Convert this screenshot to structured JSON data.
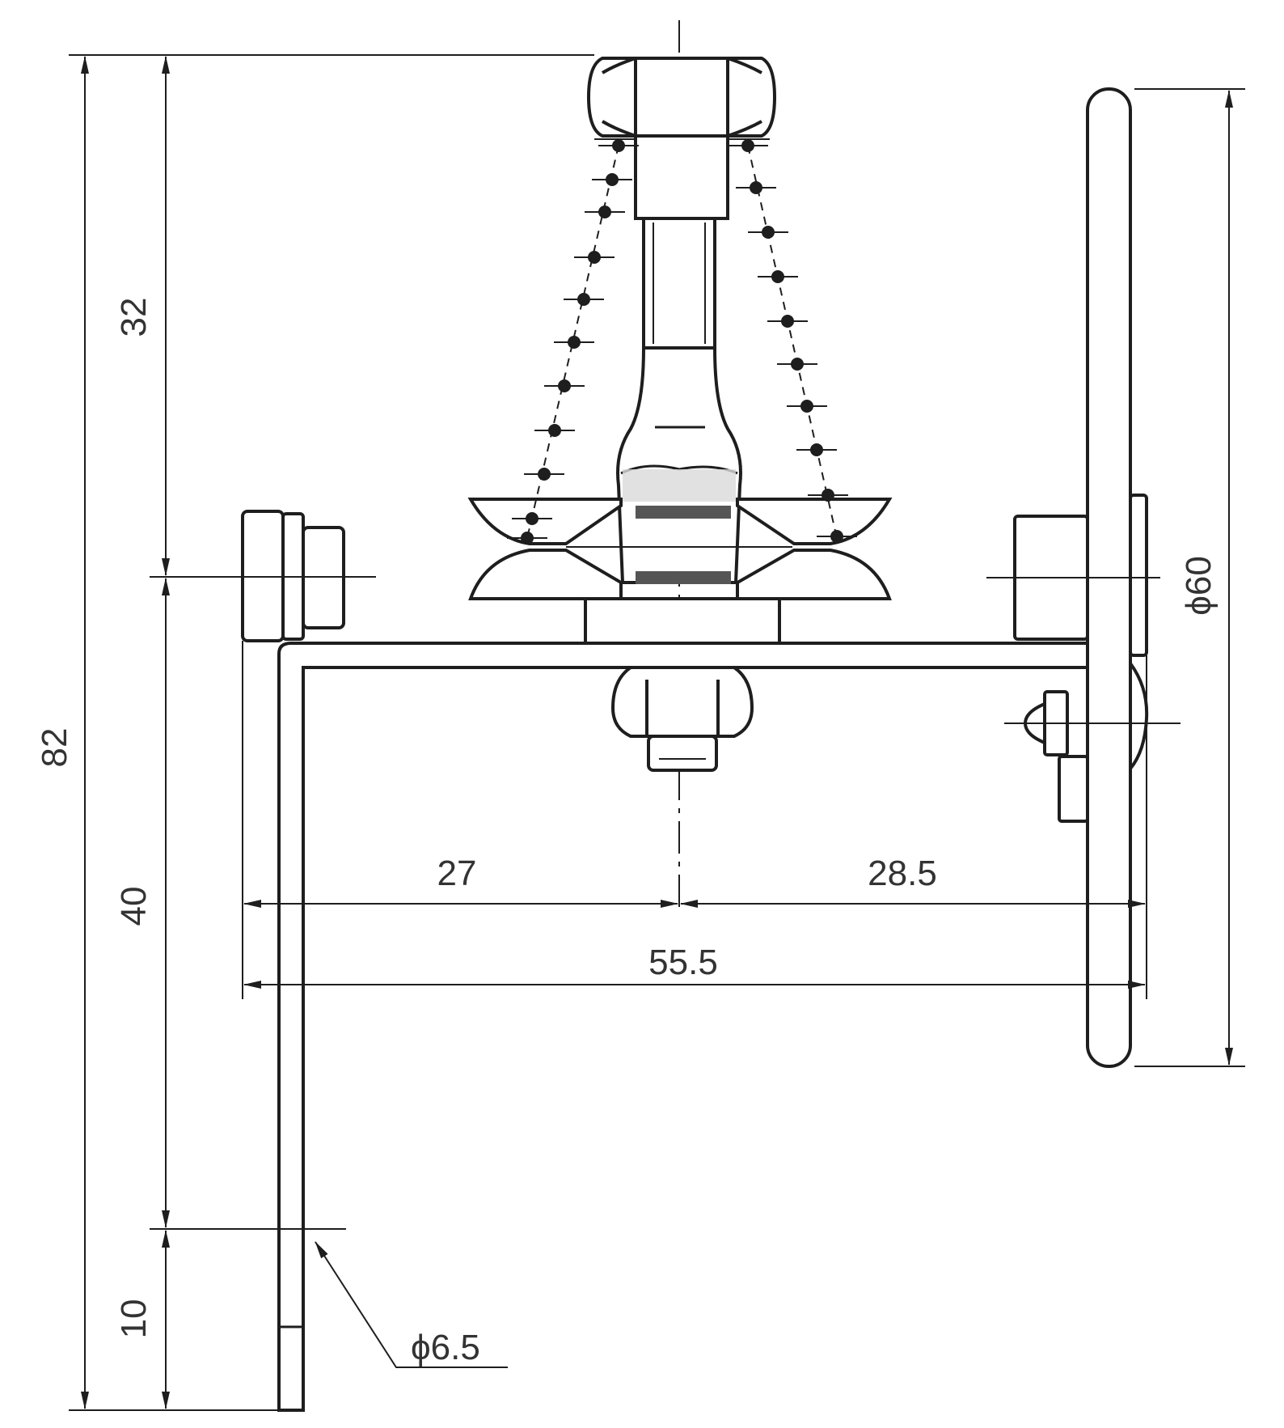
{
  "colors": {
    "line": "#1e1e1e",
    "paper": "#ffffff",
    "shading": "#d9d9d9"
  },
  "dimensions": {
    "total_height": "82",
    "upper_height": "32",
    "lower_height": "40",
    "bottom_offset": "10",
    "left_offset": "27",
    "right_offset": "28.5",
    "total_width": "55.5",
    "disc_diameter": "ϕ60",
    "hole_diameter": "ϕ6.5"
  }
}
